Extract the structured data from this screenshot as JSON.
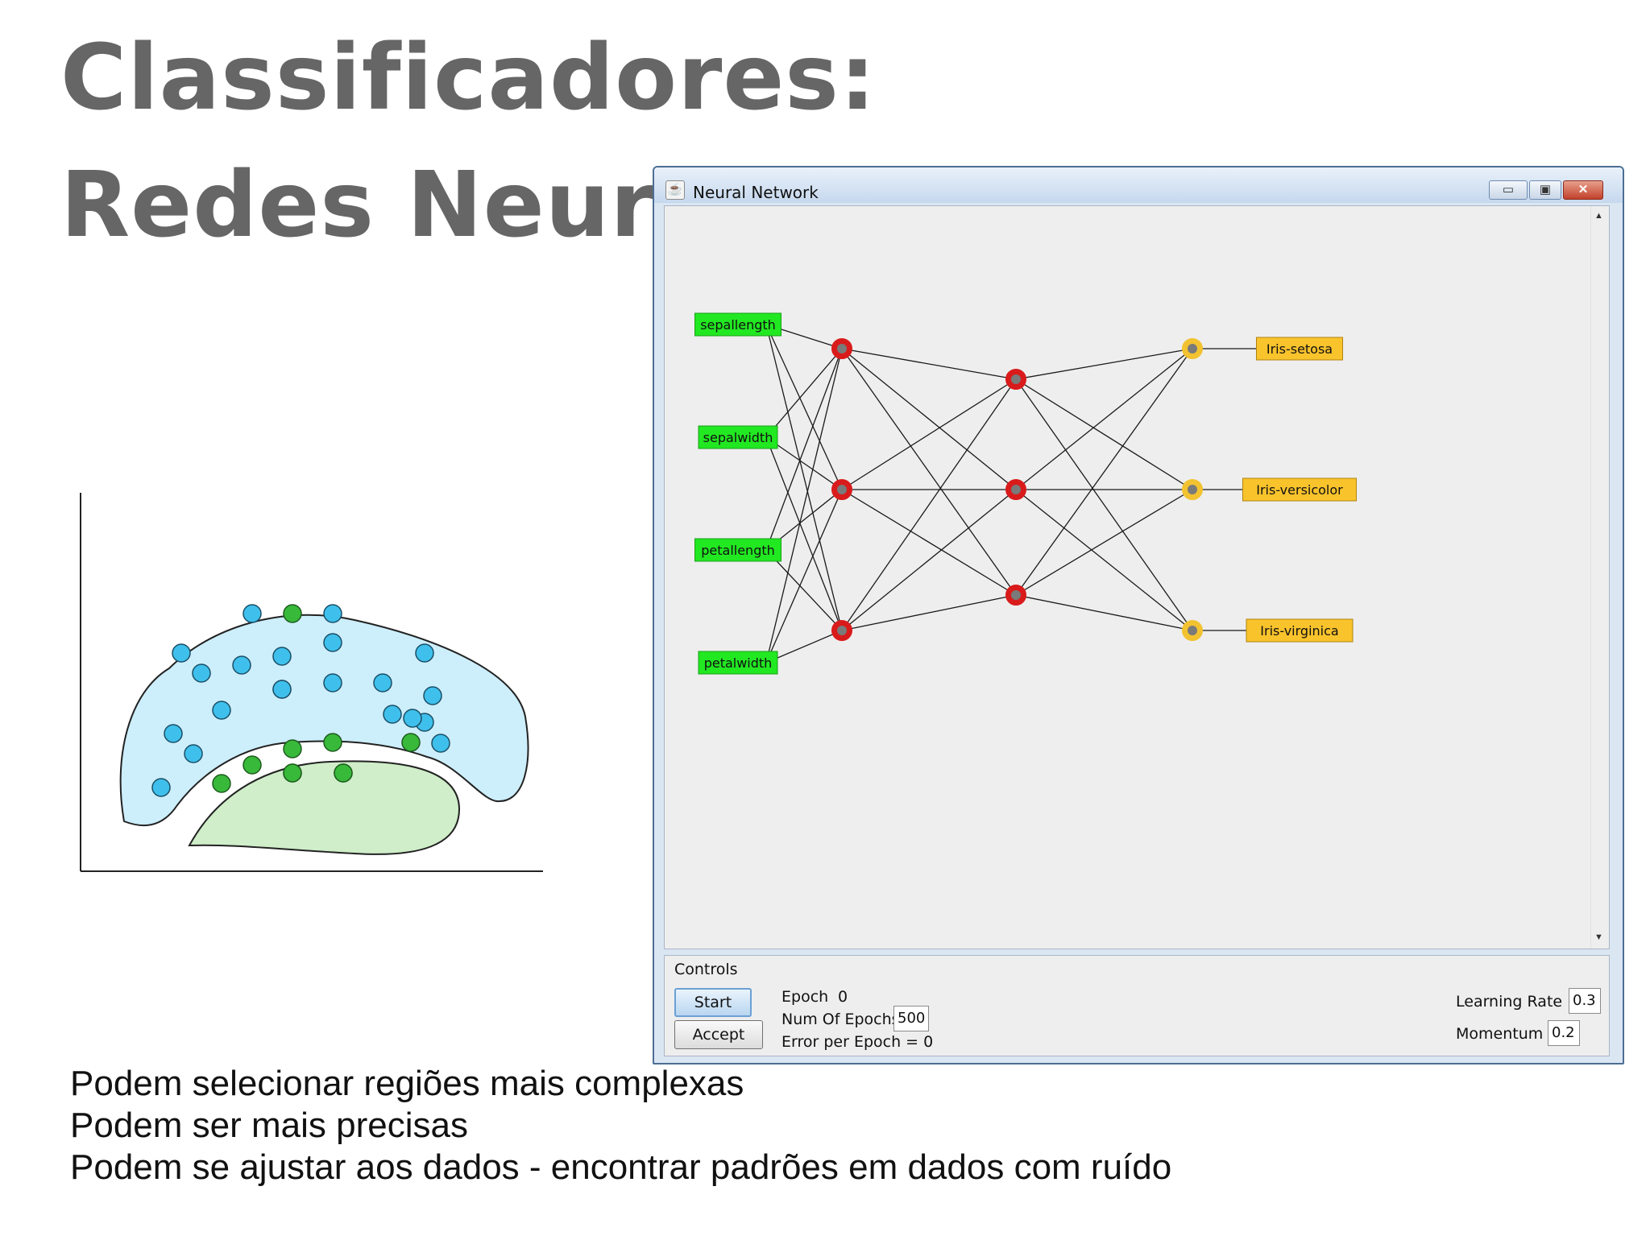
{
  "slide": {
    "title": "Classificadores: Redes Neurais",
    "bullets": [
      "Podem selecionar regiões mais complexas",
      "Podem ser mais precisas",
      "Podem se ajustar aos dados - encontrar padrões em dados com ruído"
    ]
  },
  "window": {
    "title": "Neural Network",
    "icon": "java-cup-icon",
    "buttons": {
      "minimize": "▭",
      "maximize": "▣",
      "close": "✕"
    }
  },
  "network": {
    "inputs": [
      "sepallength",
      "sepalwidth",
      "petallength",
      "petalwidth"
    ],
    "hidden_layer_1_nodes": 3,
    "hidden_layer_2_nodes": 3,
    "output_nodes": 3,
    "outputs": [
      "Iris-setosa",
      "Iris-versicolor",
      "Iris-virginica"
    ],
    "colors": {
      "input_box": "#22e822",
      "hidden_node": "#d91b1b",
      "output_node": "#f2c230",
      "output_box": "#f9c32c",
      "edge": "#1a1a1a"
    }
  },
  "controls": {
    "caption": "Controls",
    "start_label": "Start",
    "accept_label": "Accept",
    "epoch_label": "Epoch",
    "epoch_value": "0",
    "num_epochs_label": "Num Of Epochs",
    "num_epochs_value": "500",
    "error_label": "Error per Epoch = 0",
    "learning_rate_label": "Learning Rate =",
    "learning_rate_value": "0.3",
    "momentum_label": "Momentum =",
    "momentum_value": "0.2"
  },
  "cluster_plot": {
    "region_colors": {
      "blue": "#cdeefb",
      "green": "#cfeec9"
    },
    "point_colors": {
      "blue": "#3fc0ec",
      "green": "#38b93a"
    },
    "blue_points": 21,
    "green_points": 10
  }
}
